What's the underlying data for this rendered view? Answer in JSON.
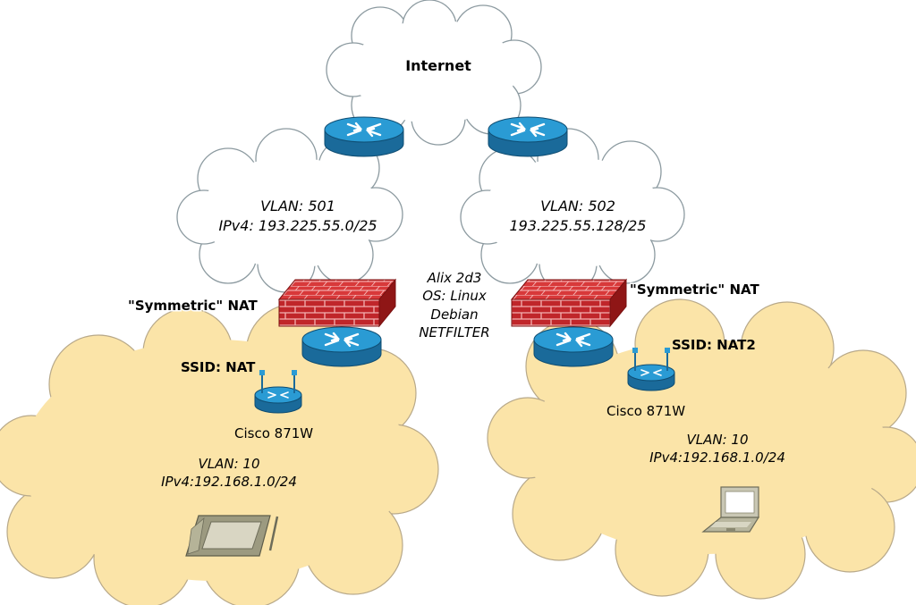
{
  "internet_label": "Internet",
  "vlan501": {
    "vlan": "VLAN: 501",
    "subnet": "IPv4: 193.225.55.0/25"
  },
  "vlan502": {
    "vlan": "VLAN: 502",
    "subnet": "193.225.55.128/25"
  },
  "firewall": {
    "line1": "Alix 2d3",
    "line2": "OS: Linux",
    "line3": "Debian",
    "line4": "NETFILTER"
  },
  "left": {
    "nat_label": "\"Symmetric\" NAT",
    "ssid": "SSID: NAT",
    "ap_label": "Cisco 871W",
    "vlan": "VLAN: 10",
    "subnet": "IPv4:192.168.1.0/24"
  },
  "right": {
    "nat_label": "\"Symmetric\" NAT",
    "ssid": "SSID: NAT2",
    "ap_label": "Cisco 871W",
    "vlan": "VLAN: 10",
    "subnet": "IPv4:192.168.1.0/24"
  },
  "colors": {
    "cloud_white": "#ffffff",
    "cloud_outline": "#8c9aa0",
    "cloud_yellow": "#fbe4a8",
    "router_top": "#2a9bd4",
    "router_side": "#1a6a9a",
    "firewall_red": "#b22222"
  }
}
